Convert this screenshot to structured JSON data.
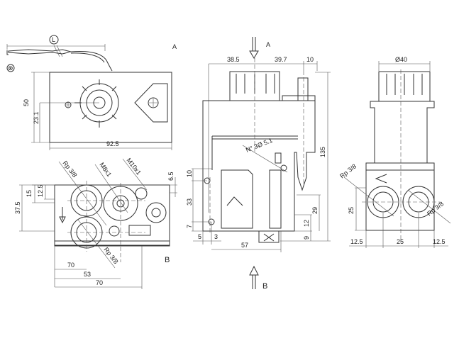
{
  "views": {
    "top_left": {
      "length_symbol": "L",
      "probe_symbol": "⊗",
      "view_label": "A",
      "dim_height": "50",
      "dim_dial": "23.1",
      "dim_width": "92.5"
    },
    "bottom_left": {
      "thread_in": "Rp 3/8",
      "thread_m8": "M8x1",
      "thread_m10": "M10x1",
      "dim_6_5": "6.5",
      "dim_15": "15",
      "dim_12_5": "12.5",
      "dim_37_5": "37.5",
      "thread_out": "Rp 3/8",
      "dim_70a": "70",
      "dim_53": "53",
      "dim_70b": "70",
      "view_label": "B"
    },
    "front": {
      "arrow_label_a": "A",
      "dim_38_5": "38.5",
      "dim_39_7": "39.7",
      "dim_10_top": "10",
      "holes_note": "N° 3Ø 5.1",
      "dim_135": "135",
      "dim_10": "10",
      "dim_33": "33",
      "dim_7": "7",
      "dim_5": "5",
      "dim_3": "3",
      "dim_57": "57",
      "dim_29": "29",
      "dim_12": "12",
      "dim_9": "9",
      "arrow_label_b": "B"
    },
    "side": {
      "dim_dia40": "Ø40",
      "thread_left": "Rp 3/8",
      "thread_right": "Rp 3/8",
      "dim_25_v": "25",
      "dim_12_5_l": "12.5",
      "dim_25_h": "25",
      "dim_12_5_r": "12.5"
    }
  }
}
